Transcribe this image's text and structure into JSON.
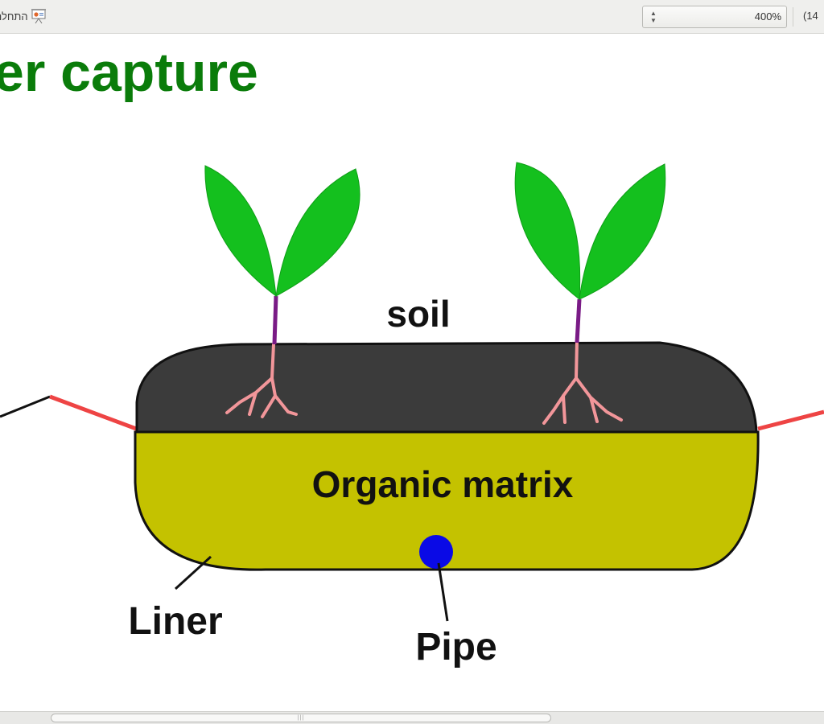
{
  "toolbar": {
    "start_label": "התחלה",
    "start_icon": "slideshow-icon",
    "zoom_value": "400%",
    "page_count": "(14"
  },
  "slide": {
    "title": "er capture",
    "title_color": "#0a7c0a",
    "labels": {
      "soil": "soil",
      "organic": "Organic matrix",
      "liner": "Liner",
      "pipe": "Pipe"
    },
    "colors": {
      "soil": "#3b3b3b",
      "organic_matrix": "#c4c200",
      "leaves": "#14c01e",
      "stem": "#7a1b86",
      "roots": "#f2969a",
      "pipe": "#0a0ae6",
      "liner_ends": "#ee4444"
    }
  }
}
